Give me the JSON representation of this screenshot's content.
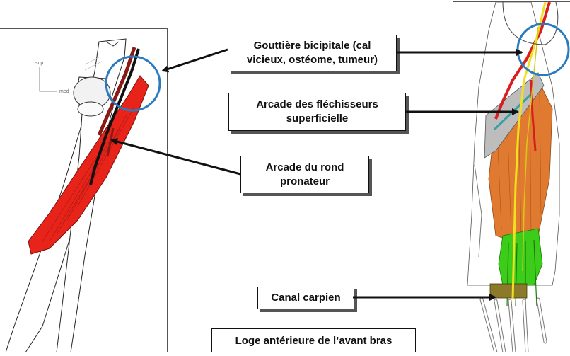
{
  "labels": {
    "gouttiere": "Gouttière bicipitale (cal\nvicieux, ostéome, tumeur)",
    "arcade_flechisseurs": "Arcade des fléchisseurs\nsuperficielle",
    "arcade_rond": "Arcade du rond\npronateur",
    "canal": "Canal carpien",
    "loge": "Loge antérieure de l’avant bras"
  },
  "left_figure": {
    "orientation_sup": "sup",
    "orientation_med": "med"
  },
  "colors": {
    "muscle_red": "#e8231a",
    "nerve_yellow": "#f0e020",
    "muscle_orange": "#e07a30",
    "tendon_green": "#3ccc1a",
    "retinaculum_olive": "#8a7a2a",
    "highlight_circle": "#2a7ac0",
    "artery_red": "#d81e1e"
  }
}
